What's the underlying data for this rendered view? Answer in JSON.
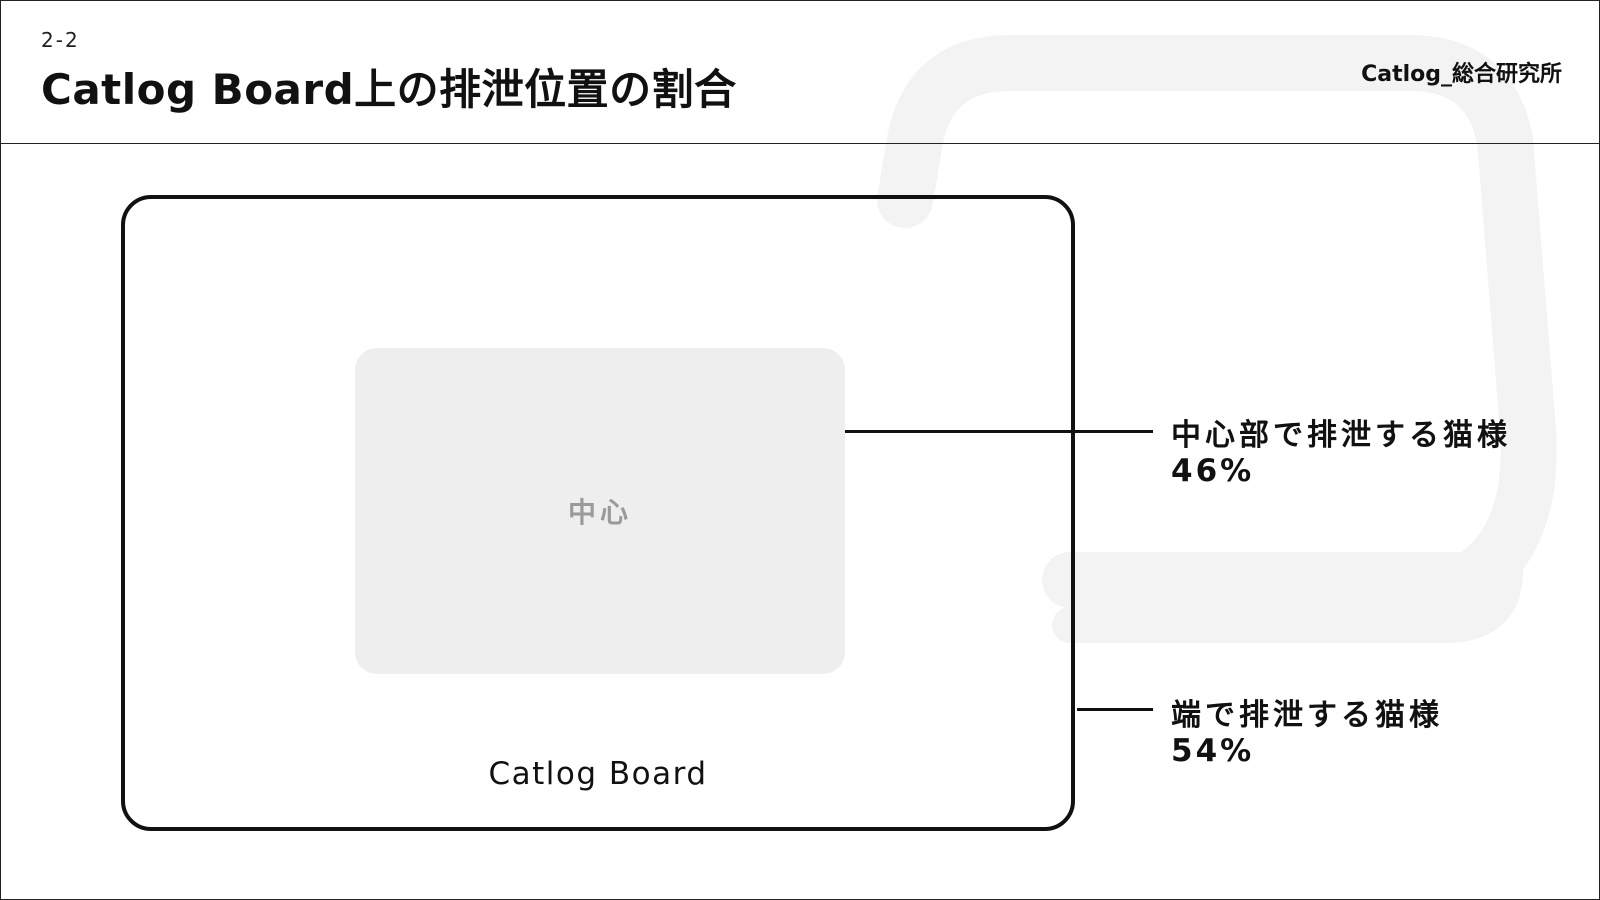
{
  "header": {
    "section_number": "2-2",
    "title": "Catlog Board上の排泄位置の割合",
    "brand": "Catlog_総合研究所"
  },
  "diagram": {
    "board_label": "Catlog Board",
    "center_label": "中心",
    "callouts": [
      {
        "label": "中心部で排泄する猫様",
        "value": "46%",
        "percent": 46
      },
      {
        "label": "端で排泄する猫様",
        "value": "54%",
        "percent": 54
      }
    ]
  },
  "colors": {
    "line": "#111111",
    "center_fill": "#eeeeee",
    "center_text": "#9a9a9a",
    "decoration": "#f3f3f3"
  }
}
